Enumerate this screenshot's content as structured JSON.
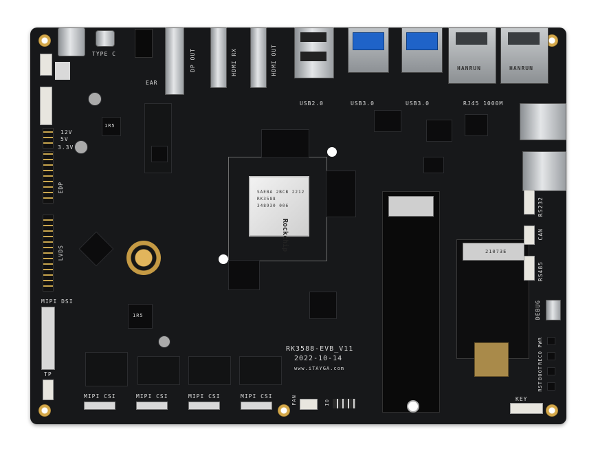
{
  "board": {
    "model": "RK3588-EVB_V11",
    "date": "2022-10-14",
    "website": "www.iTAYGA.com"
  },
  "soc": {
    "brand": "Rockchip",
    "part": "RK3588",
    "line1": "SAEBA 2BCB 2212",
    "line2": "348930 006"
  },
  "labels": {
    "type_c": "TYPE C",
    "ear": "EAR",
    "dp_out": "DP OUT",
    "hdmi_rx": "HDMI RX",
    "hdmi_out": "HDMI OUT",
    "usb20": "USB2.0",
    "usb30_a": "USB3.0",
    "usb30_b": "USB3.0",
    "rj45": "RJ45 1000M",
    "v12": "12V",
    "v5": "5V",
    "v33": "3.3V",
    "edp": "EDP",
    "lvds": "LVDS",
    "mipi_dsi": "MIPI DSI",
    "tp": "TP",
    "mipi_csi_1": "MIPI CSI",
    "mipi_csi_2": "MIPI CSI",
    "mipi_csi_3": "MIPI CSI",
    "mipi_csi_4": "MIPI CSI",
    "fan": "FAN",
    "io": "IO",
    "key": "KEY",
    "rs232": "RS232",
    "can": "CAN",
    "rs485": "RS485",
    "debug": "DEBUG",
    "pwr": "PWR",
    "reco": "RECO",
    "boot": "BOOT",
    "rst": "RST",
    "inductor_a": "1R5",
    "inductor_b": "1R5",
    "m2_chip": "21073E",
    "jack_brand_1": "HANRUN",
    "jack_brand_2": "HANRUN"
  }
}
